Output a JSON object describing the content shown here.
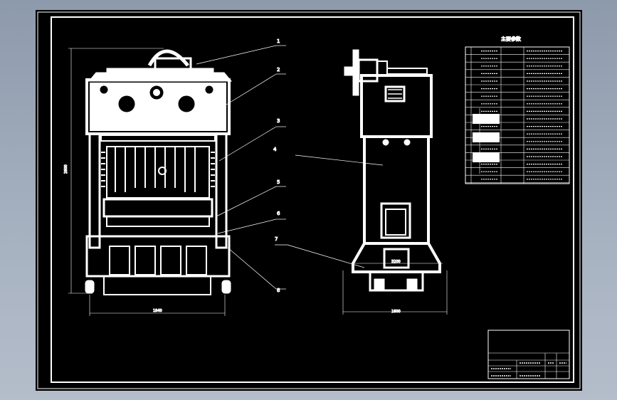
{
  "drawing": {
    "callouts": [
      "1",
      "2",
      "3",
      "4",
      "5",
      "6",
      "7",
      "8"
    ],
    "dimensions": {
      "front_height": "2600",
      "front_width": "1840",
      "side_width": "1600",
      "side_inner": "3200"
    },
    "param_table_title": "主要参数",
    "param_group_labels": [
      "工作",
      "主滑块",
      "顶出缸"
    ]
  },
  "colors": {
    "line": "#ffffff",
    "sheet": "#000000"
  }
}
